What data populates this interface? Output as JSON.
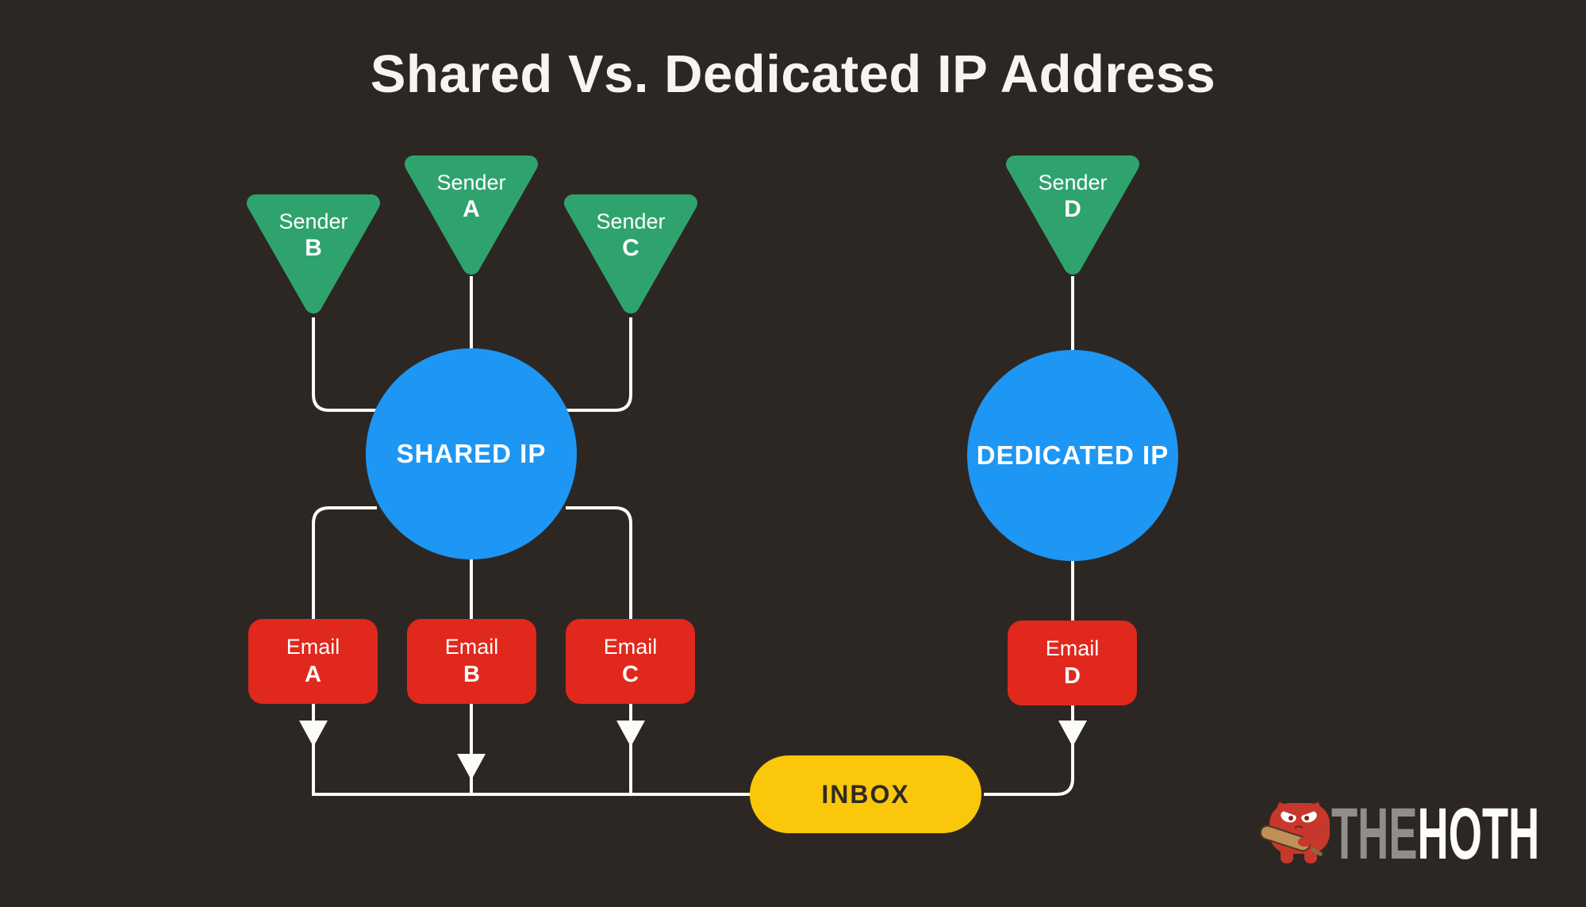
{
  "title": "Shared Vs. Dedicated IP Address",
  "colors": {
    "background": "#2d2723",
    "sender_green": "#2fa36e",
    "ip_blue": "#1e96f3",
    "email_red": "#e0281d",
    "inbox_yellow": "#fac70b",
    "line_white": "#fcfcfa",
    "inbox_text": "#2f2a26",
    "logo_the_gray": "#8f8e8c",
    "logo_hoth_white": "#fdfdfc"
  },
  "shared_group": {
    "senders": [
      {
        "line1": "Sender",
        "line2": "B"
      },
      {
        "line1": "Sender",
        "line2": "A"
      },
      {
        "line1": "Sender",
        "line2": "C"
      }
    ],
    "hub_label": "SHARED IP",
    "emails": [
      {
        "line1": "Email",
        "line2": "A"
      },
      {
        "line1": "Email",
        "line2": "B"
      },
      {
        "line1": "Email",
        "line2": "C"
      }
    ]
  },
  "dedicated_group": {
    "sender": {
      "line1": "Sender",
      "line2": "D"
    },
    "hub_label": "DEDICATED IP",
    "email": {
      "line1": "Email",
      "line2": "D"
    }
  },
  "inbox_label": "INBOX",
  "logo": {
    "the": "THE",
    "hoth": "HOTH"
  }
}
